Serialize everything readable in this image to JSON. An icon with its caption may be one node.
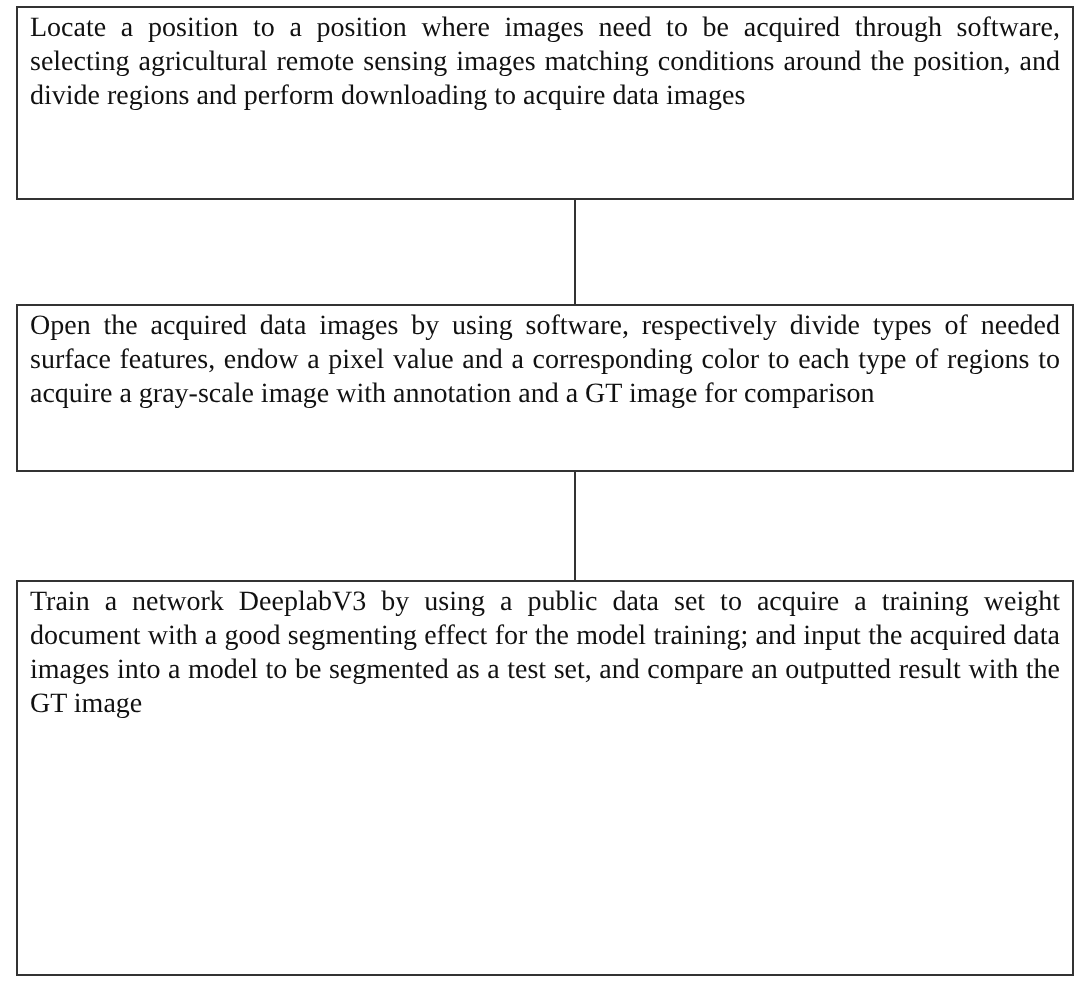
{
  "diagram": {
    "nodes": [
      {
        "text": [
          "Locate a position to a position where images need to be acquired through software, selecting agricultural remote sensing images matching conditions around the position, and divide regions and perform downloading to acquire data images"
        ]
      },
      {
        "text": [
          "Open the acquired data images by using software, respectively divide types of needed surface features, endow a pixel value and a corresponding color to each type of regions to acquire a gray-scale image with annotation and a GT image for comparison"
        ]
      },
      {
        "text": [
          "Train a network DeeplabV3 by using a public data set to acquire a training weight document with a good segmenting effect for the model training; and input the acquired data images into a model to be segmented as a test set, and compare an outputted result with the GT image"
        ]
      }
    ],
    "edges": [
      {
        "from": 0,
        "to": 1,
        "arrow": "none"
      },
      {
        "from": 1,
        "to": 2,
        "arrow": "none"
      }
    ]
  }
}
